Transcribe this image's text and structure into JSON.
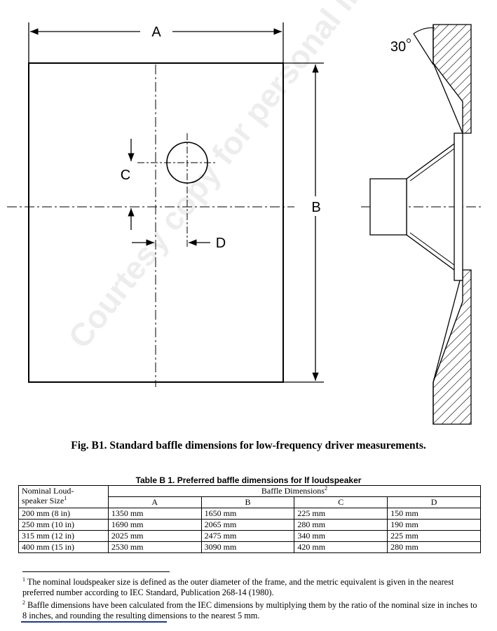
{
  "figure": {
    "labels": {
      "a": "A",
      "b": "B",
      "c": "C",
      "d": "D",
      "angle": "30"
    },
    "caption": "Fig. B1. Standard baffle dimensions for low-frequency driver measurements."
  },
  "table": {
    "title": "Table B 1. Preferred baffle dimensions for lf loudspeaker",
    "header_size_line1": "Nominal Loud-",
    "header_size_line2": "speaker Size",
    "header_size_sup": "1",
    "header_dims": "Baffle Dimensions",
    "header_dims_sup": "2",
    "columns": [
      "A",
      "B",
      "C",
      "D"
    ],
    "rows": [
      [
        "200 mm (8 in)",
        "1350 mm",
        "1650 mm",
        "225 mm",
        "150 mm"
      ],
      [
        "250 mm (10 in)",
        "1690 mm",
        "2065 mm",
        "280 mm",
        "190 mm"
      ],
      [
        "315 mm (12 in)",
        "2025 mm",
        "2475 mm",
        "340 mm",
        "225 mm"
      ],
      [
        "400 mm (15 in)",
        "2530 mm",
        "3090 mm",
        "420 mm",
        "280 mm"
      ]
    ]
  },
  "footnotes": {
    "fn1_mark": "1",
    "fn1_text": " The nominal loudspeaker size is defined as the outer diameter of the frame, and the metric equivalent is given in the nearest preferred number according to IEC Standard, Publication 268-14 (1980).",
    "fn2_mark": "2",
    "fn2_text": " Baffle dimensions have been calculated from the IEC dimensions by multiplying them by the ratio of the nominal size in inches to 8 inches, and rounding the resulting dimensions to the nearest 5 mm."
  },
  "watermark": "Courtesy copy for personal information only – www.aes.org/standards"
}
